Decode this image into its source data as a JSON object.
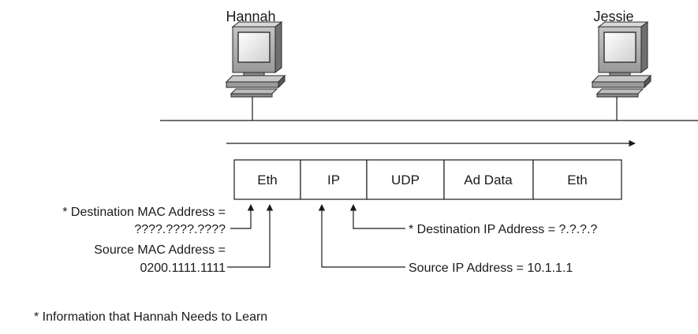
{
  "hosts": [
    {
      "name": "Hannah"
    },
    {
      "name": "Jessie"
    }
  ],
  "frame": {
    "fields": [
      "Eth",
      "IP",
      "UDP",
      "Ad Data",
      "Eth"
    ]
  },
  "annotations": {
    "dest_mac_label": "* Destination MAC Address =",
    "dest_mac_value": "????.????.????",
    "src_mac_label": "Source MAC Address =",
    "src_mac_value": "0200.1111.1111",
    "dest_ip": "* Destination IP Address =  ?.?.?.?",
    "src_ip": "Source IP Address = 10.1.1.1"
  },
  "footnote": "* Information that Hannah Needs to Learn"
}
